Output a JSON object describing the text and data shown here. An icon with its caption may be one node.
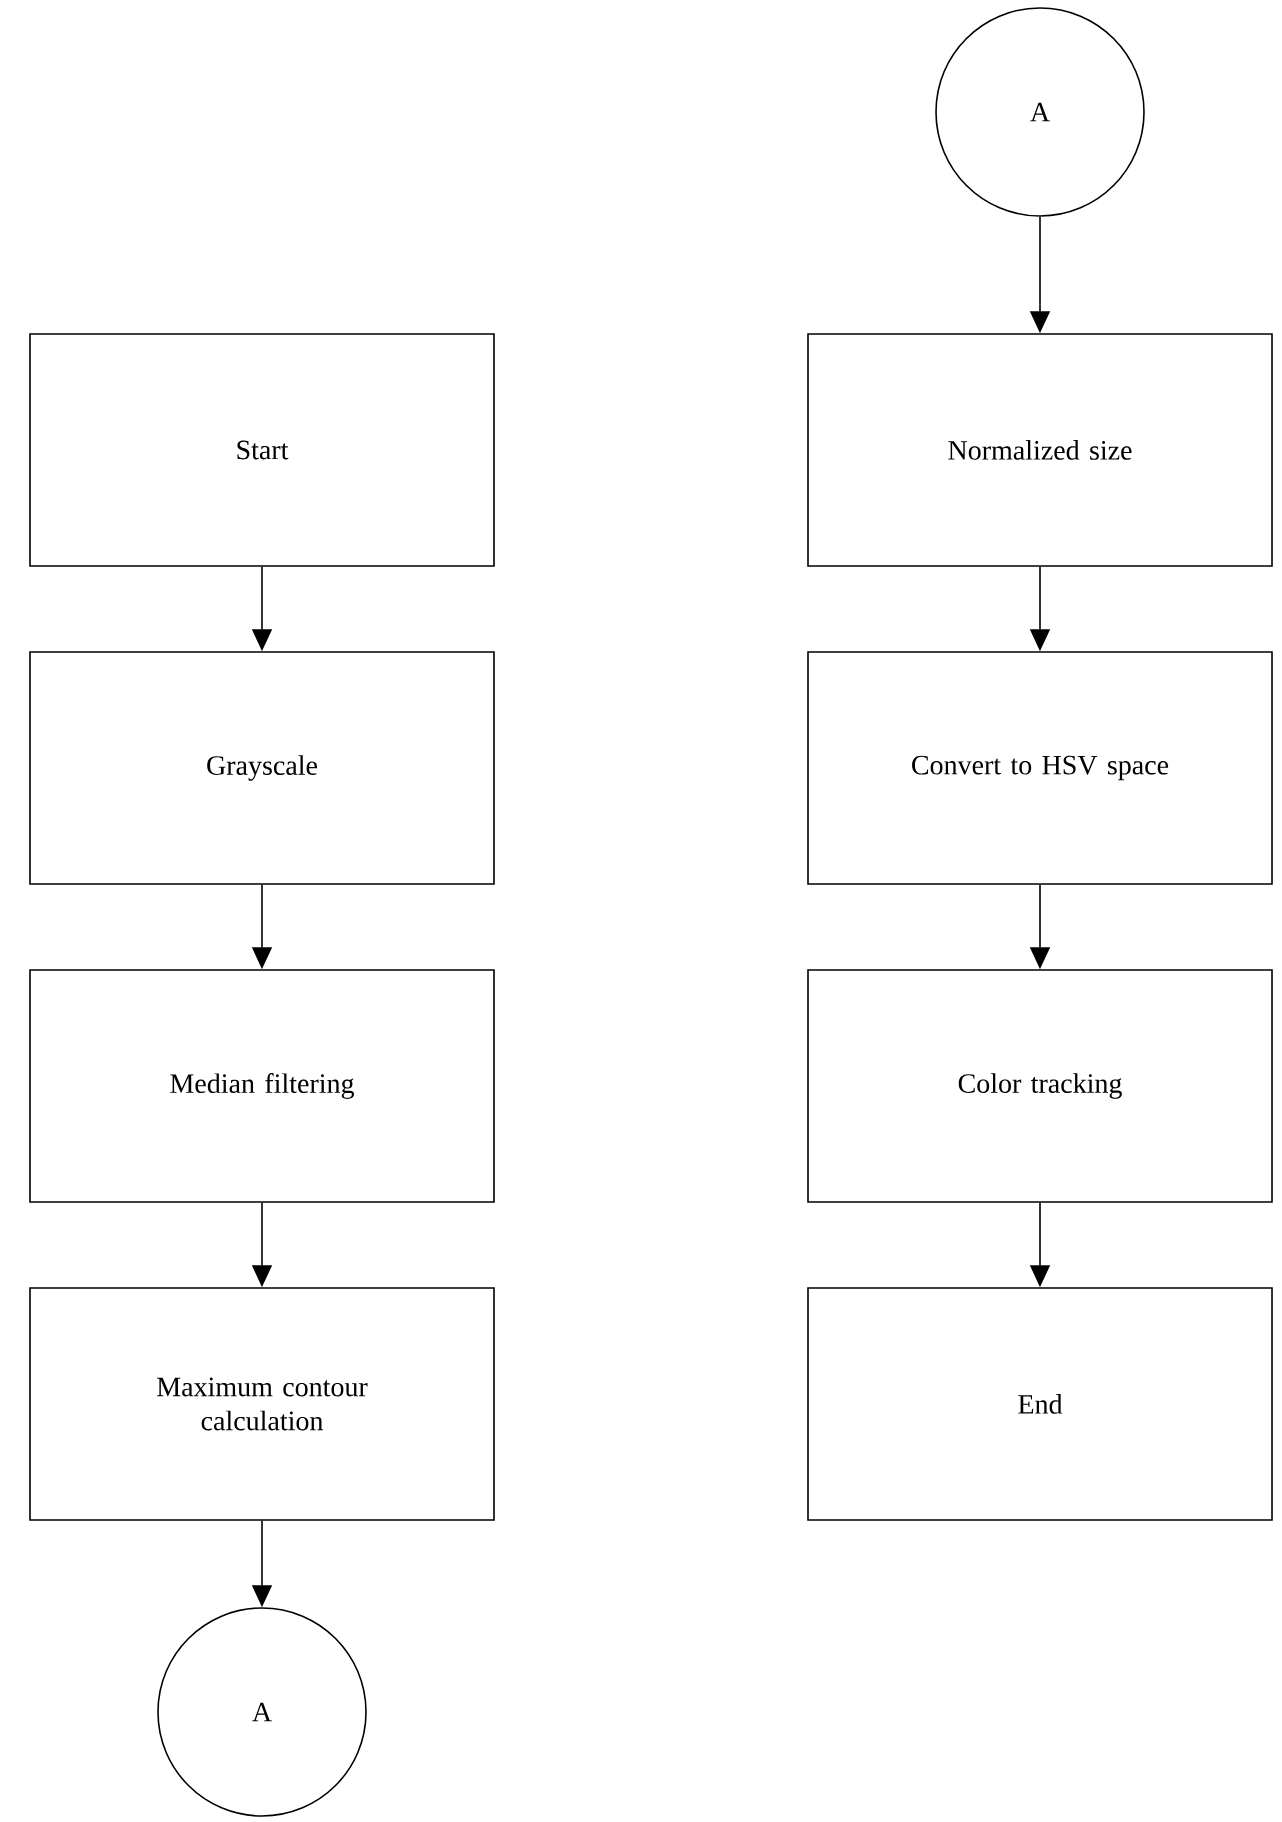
{
  "diagram": {
    "nodes": [
      {
        "text": [
          "Start"
        ]
      },
      {
        "text": [
          "Grayscale"
        ]
      },
      {
        "text": [
          "Median filtering"
        ]
      },
      {
        "text": [
          "Maximum contour calculation"
        ]
      },
      {
        "text": [
          "A"
        ]
      },
      {
        "text": [
          "A"
        ]
      },
      {
        "text": [
          "Normalized size"
        ]
      },
      {
        "text": [
          "Convert to HSV space"
        ]
      },
      {
        "text": [
          "Color tracking"
        ]
      },
      {
        "text": [
          "End"
        ]
      }
    ],
    "edges": [
      {
        "from": 0,
        "to": 1,
        "arrow": "to"
      },
      {
        "from": 1,
        "to": 2,
        "arrow": "to"
      },
      {
        "from": 2,
        "to": 3,
        "arrow": "to"
      },
      {
        "from": 3,
        "to": 4,
        "arrow": "to"
      },
      {
        "from": 5,
        "to": 6,
        "arrow": "to"
      },
      {
        "from": 6,
        "to": 7,
        "arrow": "to"
      },
      {
        "from": 7,
        "to": 8,
        "arrow": "to"
      },
      {
        "from": 8,
        "to": 9,
        "arrow": "to"
      }
    ]
  }
}
